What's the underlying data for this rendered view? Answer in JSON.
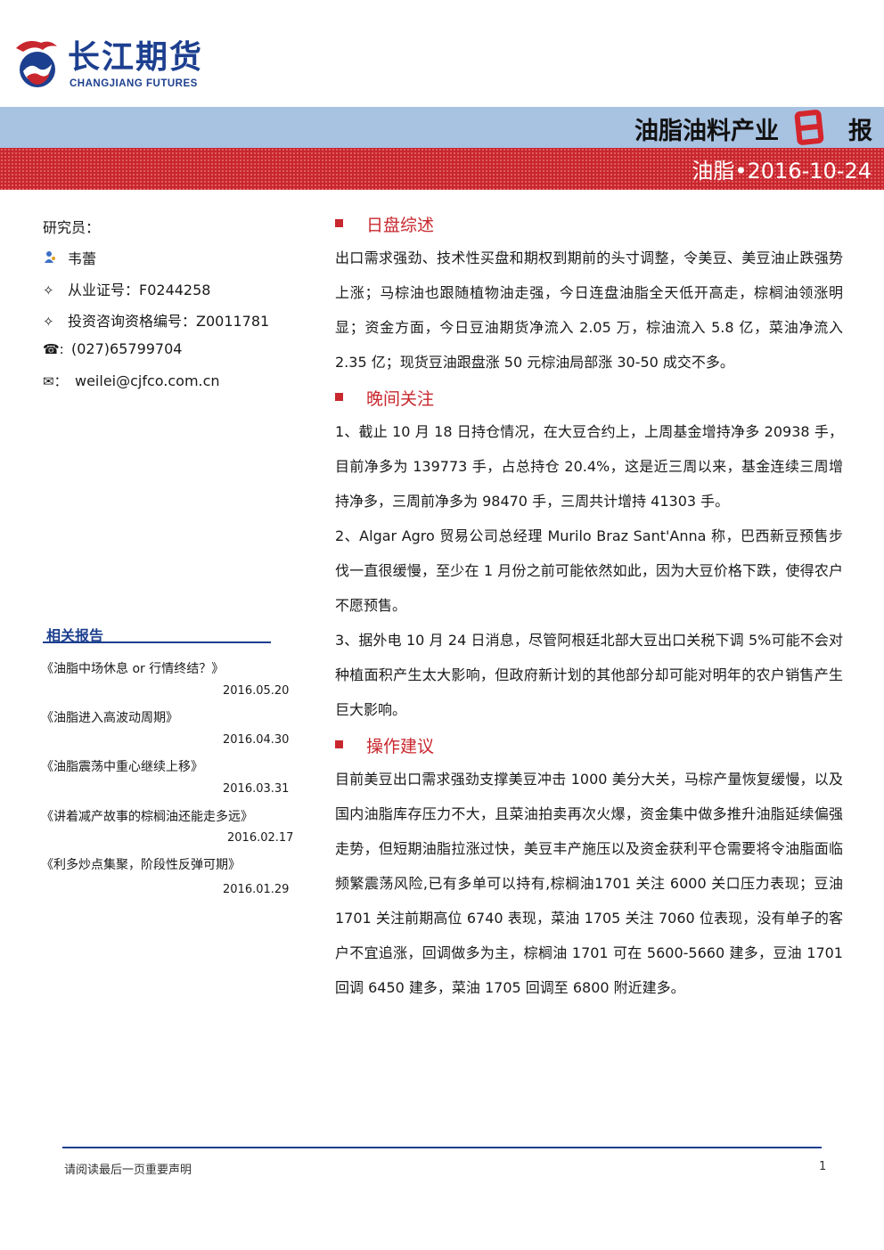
{
  "header": {
    "company_cn": "长江期货",
    "company_en": "CHANGJIANG FUTURES",
    "report_title": "油脂油料产业",
    "report_title_ri": "日",
    "report_title_bao": "报",
    "subtitle": "油脂•2016-10-24"
  },
  "analyst": {
    "label": "研究员：",
    "name": "韦蕾",
    "license": "从业证号：F0244258",
    "advisor_license": "投资咨询资格编号：Z0011781",
    "phone": "(027)65799704",
    "email": "weilei@cjfco.com.cn"
  },
  "related": {
    "heading": "相关报告",
    "items": [
      {
        "title": "《油脂中场休息 or 行情终结？》",
        "date": "2016.05.20"
      },
      {
        "title": "《油脂进入高波动周期》",
        "date": "2016.04.30"
      },
      {
        "title": "《油脂震荡中重心继续上移》",
        "date": "2016.03.31"
      },
      {
        "title": "《讲着减产故事的棕榈油还能走多远》",
        "date": "2016.02.17"
      },
      {
        "title": "《利多炒点集聚，阶段性反弹可期》",
        "date": "2016.01.29"
      }
    ]
  },
  "sections": {
    "s1": {
      "title": "日盘综述",
      "body": "出口需求强劲、技术性买盘和期权到期前的头寸调整，令美豆、美豆油止跌强势上涨；马棕油也跟随植物油走强，今日连盘油脂全天低开高走，棕榈油领涨明显；资金方面，今日豆油期货净流入 2.05 万，棕油流入 5.8 亿，菜油净流入 2.35 亿；现货豆油跟盘涨 50 元棕油局部涨 30-50 成交不多。"
    },
    "s2": {
      "title": "晚间关注",
      "p1": "1、截止 10 月 18 日持仓情况，在大豆合约上，上周基金增持净多 20938 手，目前净多为 139773 手，占总持仓 20.4%，这是近三周以来，基金连续三周增持净多，三周前净多为 98470 手，三周共计增持 41303 手。",
      "p2": "2、Algar Agro 贸易公司总经理 Murilo Braz Sant'Anna 称，巴西新豆预售步伐一直很缓慢，至少在 1 月份之前可能依然如此，因为大豆价格下跌，使得农户不愿预售。",
      "p3": "3、据外电 10 月 24 日消息，尽管阿根廷北部大豆出口关税下调 5%可能不会对种植面积产生太大影响，但政府新计划的其他部分却可能对明年的农户销售产生巨大影响。"
    },
    "s3": {
      "title": "操作建议",
      "body": "目前美豆出口需求强劲支撑美豆冲击 1000 美分大关，马棕产量恢复缓慢，以及国内油脂库存压力不大，且菜油拍卖再次火爆，资金集中做多推升油脂延续偏强走势，但短期油脂拉涨过快，美豆丰产施压以及资金获利平仓需要将令油脂面临频繁震荡风险,已有多单可以持有,棕榈油1701 关注 6000 关口压力表现；豆油 1701 关注前期高位 6740 表现，菜油 1705 关注 7060 位表现，没有单子的客户不宜追涨，回调做多为主，棕榈油 1701 可在 5600-5660 建多，豆油 1701 回调 6450 建多，菜油 1705 回调至 6800 附近建多。"
    }
  },
  "footer": {
    "notice": "请阅读最后一页重要声明",
    "page": "1"
  }
}
